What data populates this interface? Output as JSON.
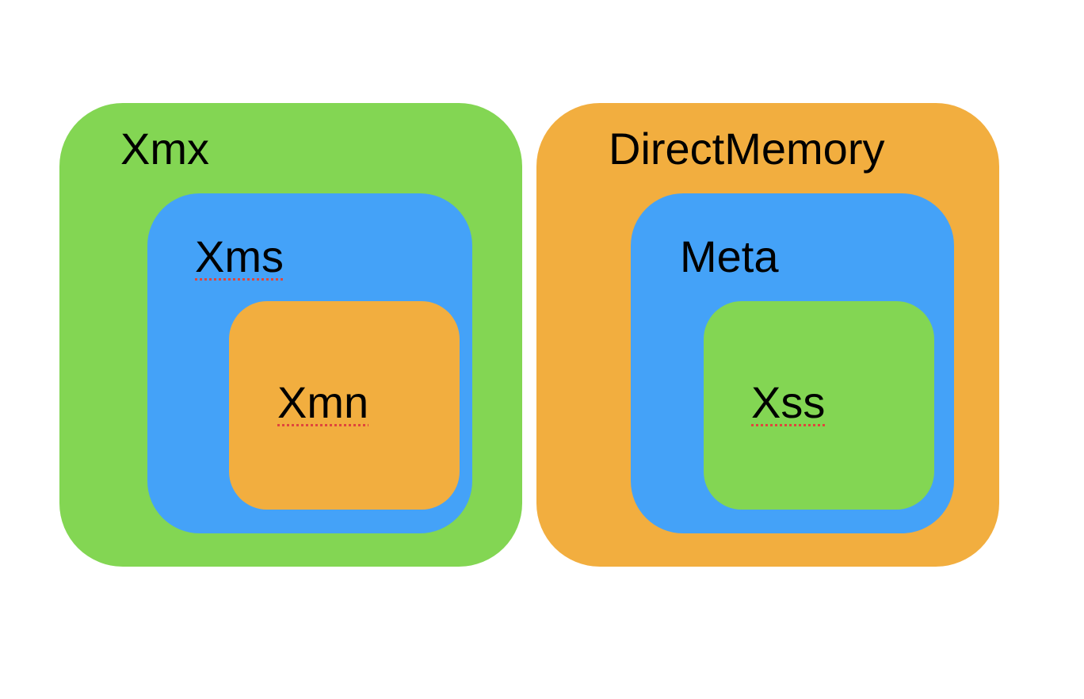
{
  "colors": {
    "green": "#83d653",
    "blue": "#44a2f8",
    "orange": "#f2ae3f",
    "spellcheck_underline": "#e0463c"
  },
  "left_group": {
    "outer": {
      "label": "Xmx",
      "color": "green"
    },
    "middle": {
      "label": "Xms",
      "color": "blue"
    },
    "inner": {
      "label": "Xmn",
      "color": "orange"
    }
  },
  "right_group": {
    "outer": {
      "label": "DirectMemory",
      "color": "orange"
    },
    "middle": {
      "label": "Meta",
      "color": "blue"
    },
    "inner": {
      "label": "Xss",
      "color": "green"
    }
  }
}
